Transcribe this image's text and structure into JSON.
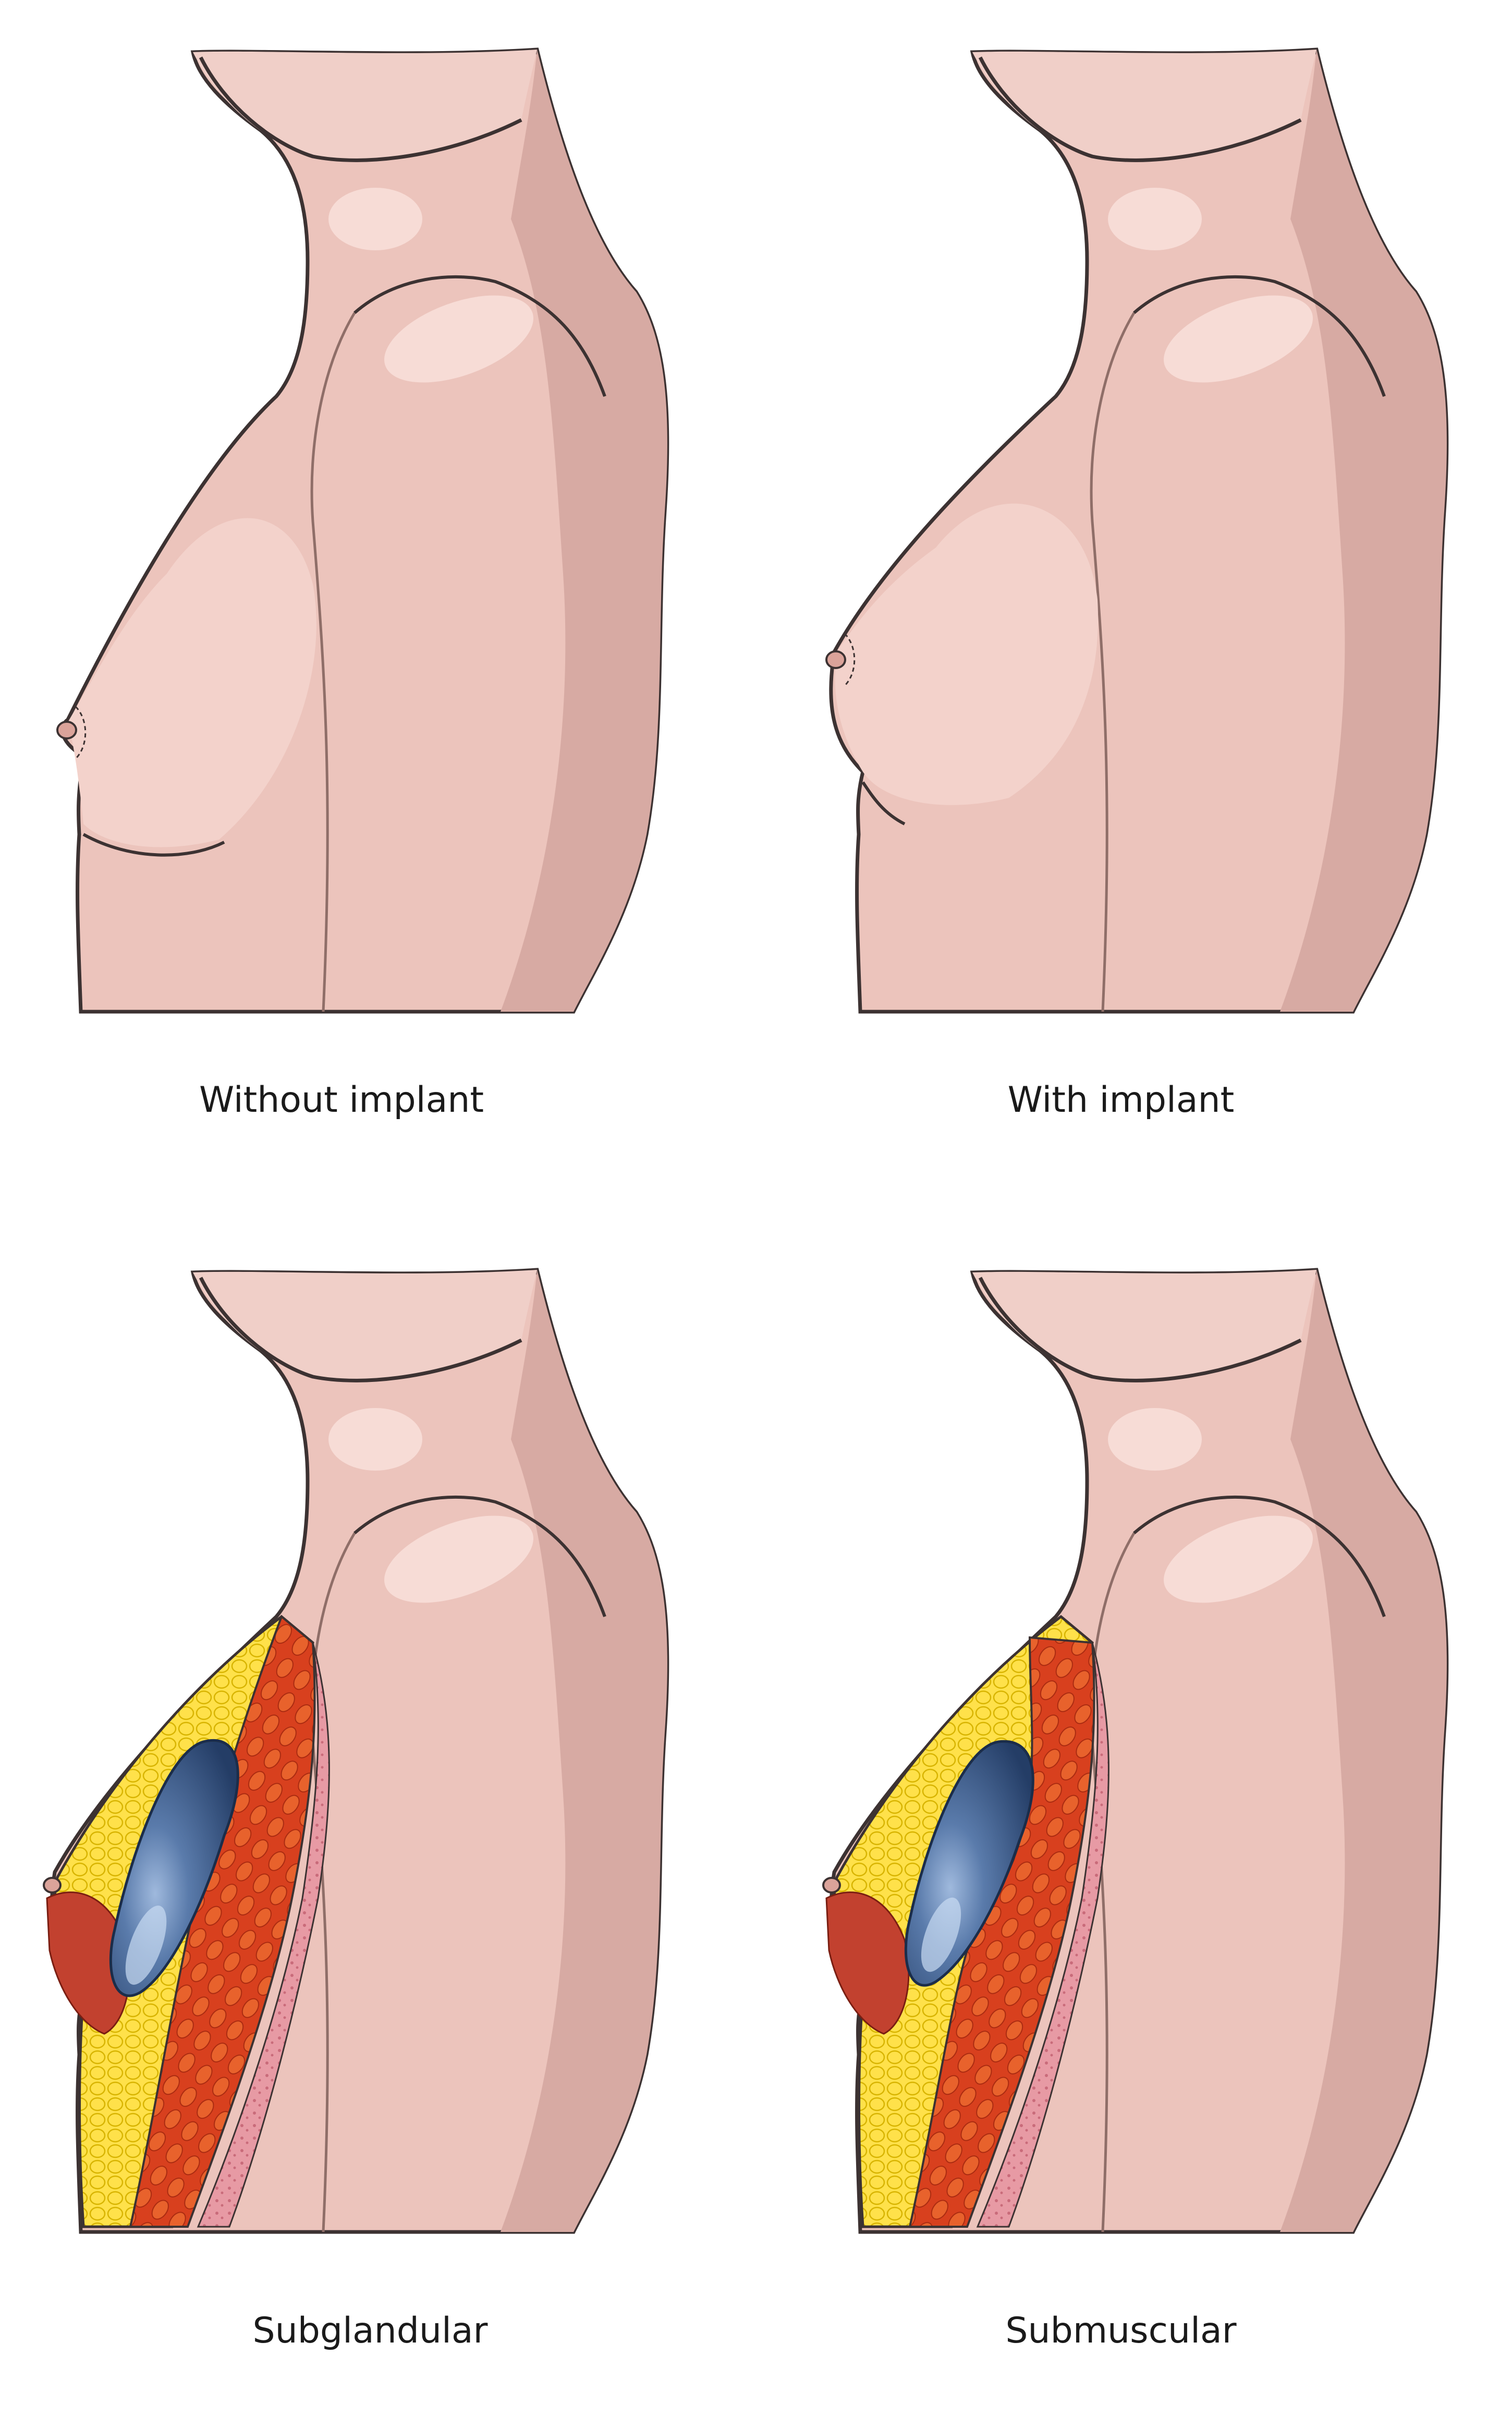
{
  "panels": [
    {
      "caption": "Without implant",
      "variant": "natural"
    },
    {
      "caption": "With implant",
      "variant": "augmented"
    },
    {
      "caption": "Subglandular",
      "variant": "subglandular"
    },
    {
      "caption": "Submuscular",
      "variant": "submuscular"
    }
  ],
  "colors": {
    "background": "#ffffff",
    "skin": "#ecc4bc",
    "skin_shadow": "#d7aaa3",
    "skin_highlight": "#f7dcd6",
    "outline": "#3c3232",
    "fat": "#ffe14a",
    "fat_edge": "#d8b400",
    "muscle": "#d8401e",
    "muscle_fiber": "#f07a3c",
    "gland": "#c2412f",
    "implant": "#3a5a8a",
    "implant_highlight": "#a9c4e6",
    "pink_layer": "#e79aa4"
  }
}
